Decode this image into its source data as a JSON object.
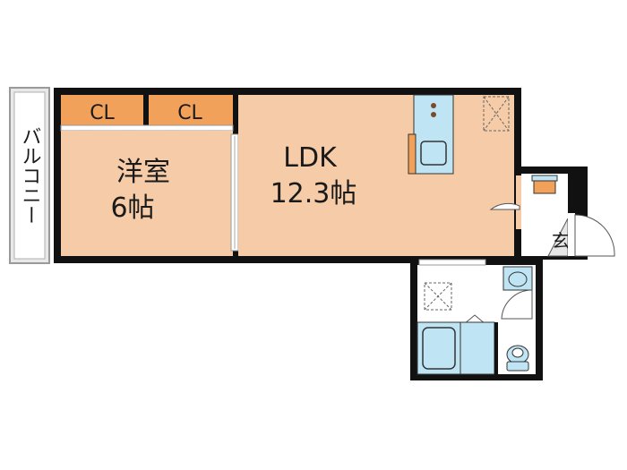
{
  "colors": {
    "room_fill": "#f6cba7",
    "closet_fill": "#f2a15a",
    "wet_fill": "#ffffff",
    "fixture_fill": "#bfe4f3",
    "wall": "#111111",
    "balcony_fill": "#e8e8e8",
    "entry_fill": "#e6e6e6"
  },
  "rooms": {
    "balcony": {
      "label": "バルコニー"
    },
    "closet_1": {
      "label": "CL"
    },
    "closet_2": {
      "label": "CL"
    },
    "western_room": {
      "name": "洋室",
      "size": "6帖"
    },
    "ldk": {
      "name": "LDK",
      "size": "12.3帖"
    },
    "entrance": {
      "label": "玄"
    }
  },
  "icons": [
    "kitchen-sink-icon",
    "stove-icon",
    "fridge-space-icon",
    "washer-space-icon",
    "bathtub-icon",
    "wash-basin-icon",
    "toilet-icon",
    "shoe-cabinet-icon",
    "door-swing-icon"
  ]
}
